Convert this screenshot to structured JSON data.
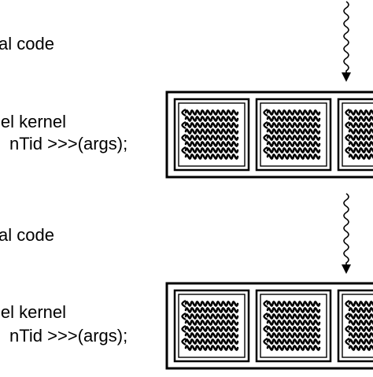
{
  "sections": [
    {
      "serial_label": "al code",
      "kernel_line1": "lel kernel",
      "kernel_line2": "nTid >>>(args);"
    },
    {
      "serial_label": "al code",
      "kernel_line1": "lel kernel",
      "kernel_line2": "nTid >>>(args);"
    }
  ],
  "colors": {
    "ink": "#000000",
    "background": "#ffffff",
    "block_fill": "#ffffff"
  },
  "icons": [
    "wavy-down-arrow-icon",
    "thread-squiggle-icon"
  ]
}
